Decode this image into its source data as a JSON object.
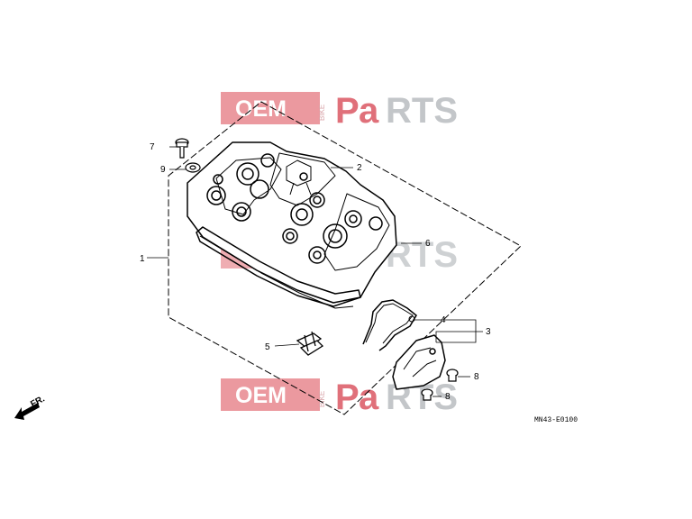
{
  "watermark": {
    "oem": "OEM",
    "bike": "BIKE",
    "p": "P",
    "a": "a",
    "rts": "RTS",
    "brand_red": "#e0707a",
    "brand_grey": "#c3c6c9"
  },
  "callouts": {
    "c1": "1",
    "c2": "2",
    "c3": "3",
    "c4": "4",
    "c5": "5",
    "c6": "6",
    "c7": "7",
    "c8a": "8",
    "c8b": "8",
    "c9": "9"
  },
  "direction_label": "FR.",
  "diagram_code": "MN43-E0100"
}
